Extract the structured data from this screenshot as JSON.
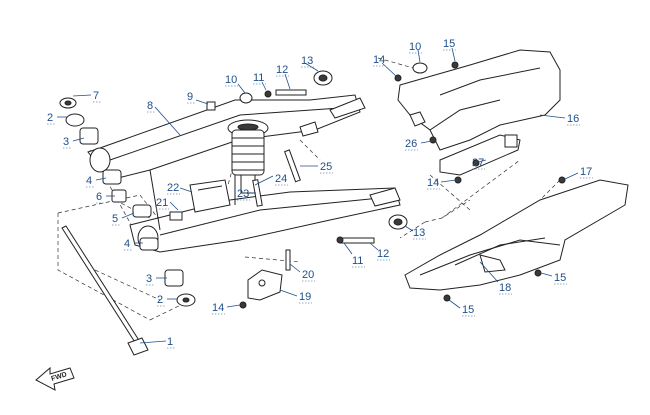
{
  "diagram": {
    "type": "exploded-parts-diagram",
    "subject": "swingarm, rear shock and chain guard assembly",
    "accent_color": "#1e4f8a",
    "orientation_marker": {
      "label": "FWD",
      "icon": "arrow-left-icon"
    },
    "callouts": [
      {
        "id": "c1",
        "label": "1"
      },
      {
        "id": "c2a",
        "label": "2"
      },
      {
        "id": "c2b",
        "label": "2"
      },
      {
        "id": "c3a",
        "label": "3"
      },
      {
        "id": "c3b",
        "label": "3"
      },
      {
        "id": "c4a",
        "label": "4"
      },
      {
        "id": "c4b",
        "label": "4"
      },
      {
        "id": "c5",
        "label": "5"
      },
      {
        "id": "c6",
        "label": "6"
      },
      {
        "id": "c7",
        "label": "7"
      },
      {
        "id": "c8",
        "label": "8"
      },
      {
        "id": "c9",
        "label": "9"
      },
      {
        "id": "c10a",
        "label": "10"
      },
      {
        "id": "c10b",
        "label": "10"
      },
      {
        "id": "c11a",
        "label": "11"
      },
      {
        "id": "c11b",
        "label": "11"
      },
      {
        "id": "c12a",
        "label": "12"
      },
      {
        "id": "c12b",
        "label": "12"
      },
      {
        "id": "c13a",
        "label": "13"
      },
      {
        "id": "c13b",
        "label": "13"
      },
      {
        "id": "c14a",
        "label": "14"
      },
      {
        "id": "c14b",
        "label": "14"
      },
      {
        "id": "c14c",
        "label": "14"
      },
      {
        "id": "c15a",
        "label": "15"
      },
      {
        "id": "c15b",
        "label": "15"
      },
      {
        "id": "c15c",
        "label": "15"
      },
      {
        "id": "c16",
        "label": "16"
      },
      {
        "id": "c17",
        "label": "17"
      },
      {
        "id": "c18",
        "label": "18"
      },
      {
        "id": "c19",
        "label": "19"
      },
      {
        "id": "c20",
        "label": "20"
      },
      {
        "id": "c21",
        "label": "21"
      },
      {
        "id": "c22",
        "label": "22"
      },
      {
        "id": "c23",
        "label": "23"
      },
      {
        "id": "c24",
        "label": "24"
      },
      {
        "id": "c25",
        "label": "25"
      },
      {
        "id": "c26",
        "label": "26"
      },
      {
        "id": "c27",
        "label": "27"
      }
    ]
  }
}
